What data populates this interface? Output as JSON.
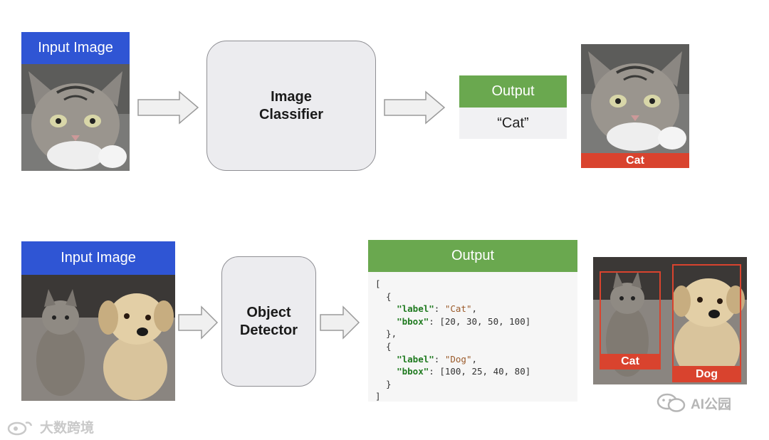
{
  "classification": {
    "input_label": "Input Image",
    "model_label": "Image\nClassifier",
    "output_header": "Output",
    "output_value": "“Cat”",
    "result_tag": "Cat"
  },
  "detection": {
    "input_label": "Input Image",
    "model_label": "Object\nDetector",
    "output_header": "Output",
    "code_lines": {
      "l1": "[",
      "l2": "  {",
      "l3_key": "\"label\"",
      "l3_val": "\"Cat\"",
      "l4_key": "\"bbox\"",
      "l4_val": "[20, 30, 50, 100]",
      "l5": "  },",
      "l6": "  {",
      "l7_key": "\"label\"",
      "l7_val": "\"Dog\"",
      "l8_key": "\"bbox\"",
      "l8_val": "[100, 25, 40, 80]",
      "l9": "  }",
      "l10": "]"
    },
    "tag_cat": "Cat",
    "tag_dog": "Dog"
  },
  "watermarks": {
    "bottom_left": "大数跨境",
    "bottom_right": "AI公园"
  },
  "colors": {
    "input_label_bg": "#2f55d4",
    "output_header_bg": "#6aa84f",
    "tag_bg": "#d9432e"
  }
}
